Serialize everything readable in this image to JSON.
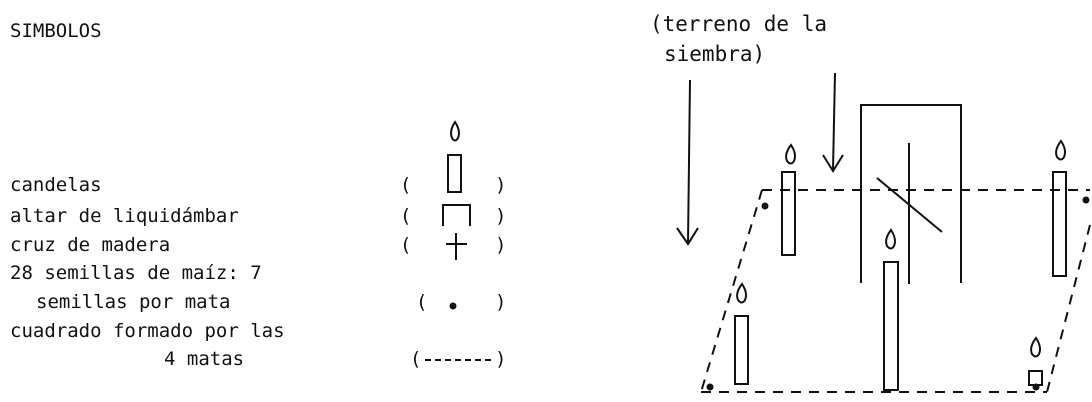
{
  "title": "SIMBOLOS",
  "legend": [
    {
      "label": "candelas",
      "symbol": "candle-icon"
    },
    {
      "label": "altar de liquidámbar",
      "symbol": "altar-icon"
    },
    {
      "label": "cruz de madera",
      "symbol": "cross-icon"
    },
    {
      "label_line1": "28 semillas de maíz: 7",
      "label_line2": "semillas por mata",
      "symbol": "seed-dot-icon"
    },
    {
      "label_line1": "cuadrado formado por las",
      "label_line2": "4 matas",
      "symbol": "dashed-square-icon"
    }
  ],
  "paren_open": "(",
  "paren_close": ")",
  "annotation": {
    "line1": "(terreno de la",
    "line2": "siembra)"
  }
}
